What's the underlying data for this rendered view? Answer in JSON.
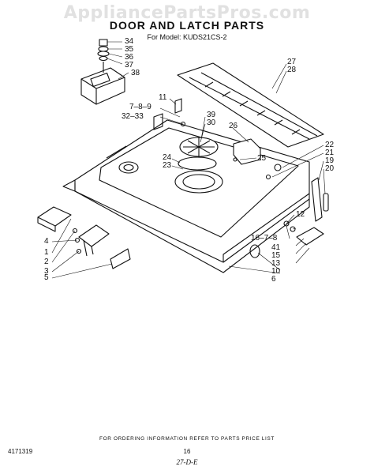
{
  "watermark": "AppliancePartsPros.com",
  "title": "DOOR AND LATCH PARTS",
  "model_line": "For Model: KUDS21CS-2",
  "callouts": {
    "c34": "34",
    "c35": "35",
    "c36": "36",
    "c37": "37",
    "c38": "38",
    "c27": "27",
    "c28": "28",
    "c11": "11",
    "c789a": "7–8–9",
    "c3233": "32–33",
    "c39": "39",
    "c30": "30",
    "c26": "26",
    "c22": "22",
    "c21": "21",
    "c19": "19",
    "c20": "20",
    "c24": "24",
    "c23": "23",
    "c25": "25",
    "c12": "12",
    "c1678": "16–7–8",
    "c41": "41",
    "c15": "15",
    "c13": "13",
    "c10": "10",
    "c6": "6",
    "c1": "1",
    "c2": "2",
    "c4": "4",
    "c3": "3",
    "c5": "5"
  },
  "footer": "FOR ORDERING INFORMATION REFER TO PARTS PRICE LIST",
  "publication_number": "4171319",
  "page_number": "16",
  "page_code": "27-D-E"
}
